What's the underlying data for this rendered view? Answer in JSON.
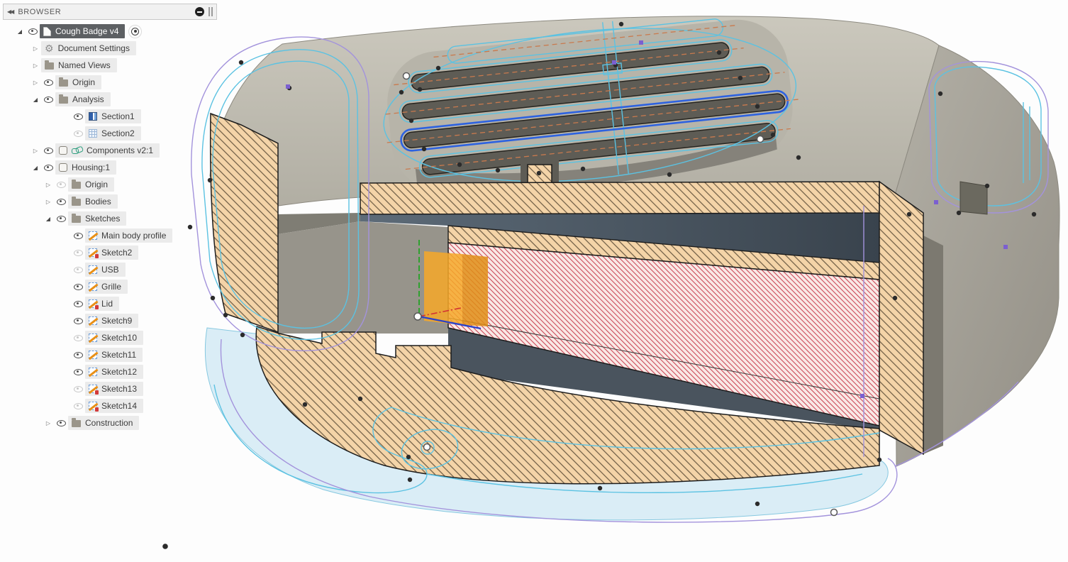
{
  "icons": {
    "expander_collapsed": "▷",
    "expander_expanded": "◢",
    "header_collapse": "◀◀",
    "gear": "⚙"
  },
  "browser": {
    "panel_title": "BROWSER",
    "items": [
      {
        "label": "Cough Badge v4",
        "level": 0,
        "expander": "expanded",
        "visibility": "visible",
        "icon": "design",
        "selected": true,
        "activate_radio": true
      },
      {
        "label": "Document Settings",
        "level": 1,
        "expander": "collapsed",
        "visibility": "none",
        "icon": "gear"
      },
      {
        "label": "Named Views",
        "level": 1,
        "expander": "collapsed",
        "visibility": "none",
        "icon": "folder"
      },
      {
        "label": "Origin",
        "level": 1,
        "expander": "collapsed",
        "visibility": "visible",
        "icon": "folder"
      },
      {
        "label": "Analysis",
        "level": 1,
        "expander": "expanded",
        "visibility": "visible",
        "icon": "folder"
      },
      {
        "label": "Section1",
        "level": 2,
        "expander": "none",
        "visibility": "visible",
        "icon": "section-plane"
      },
      {
        "label": "Section2",
        "level": 2,
        "expander": "none",
        "visibility": "hidden",
        "icon": "section-grid"
      },
      {
        "label": "Components v2:1",
        "level": 1,
        "expander": "collapsed",
        "visibility": "visible",
        "icon": "component-linked"
      },
      {
        "label": "Housing:1",
        "level": 1,
        "expander": "expanded",
        "visibility": "visible",
        "icon": "component"
      },
      {
        "label": "Origin",
        "level": 2,
        "expander": "collapsed",
        "visibility": "hidden",
        "icon": "folder"
      },
      {
        "label": "Bodies",
        "level": 2,
        "expander": "collapsed",
        "visibility": "visible",
        "icon": "folder"
      },
      {
        "label": "Sketches",
        "level": 2,
        "expander": "expanded",
        "visibility": "visible",
        "icon": "folder"
      },
      {
        "label": "Main body profile",
        "level": 3,
        "expander": "none",
        "visibility": "visible",
        "icon": "sketch"
      },
      {
        "label": "Sketch2",
        "level": 3,
        "expander": "none",
        "visibility": "hidden",
        "icon": "sketch-locked"
      },
      {
        "label": "USB",
        "level": 3,
        "expander": "none",
        "visibility": "hidden",
        "icon": "sketch"
      },
      {
        "label": "Grille",
        "level": 3,
        "expander": "none",
        "visibility": "visible",
        "icon": "sketch"
      },
      {
        "label": "Lid",
        "level": 3,
        "expander": "none",
        "visibility": "visible",
        "icon": "sketch-locked"
      },
      {
        "label": "Sketch9",
        "level": 3,
        "expander": "none",
        "visibility": "visible",
        "icon": "sketch"
      },
      {
        "label": "Sketch10",
        "level": 3,
        "expander": "none",
        "visibility": "hidden",
        "icon": "sketch"
      },
      {
        "label": "Sketch11",
        "level": 3,
        "expander": "none",
        "visibility": "visible",
        "icon": "sketch"
      },
      {
        "label": "Sketch12",
        "level": 3,
        "expander": "none",
        "visibility": "visible",
        "icon": "sketch"
      },
      {
        "label": "Sketch13",
        "level": 3,
        "expander": "none",
        "visibility": "hidden",
        "icon": "sketch-locked"
      },
      {
        "label": "Sketch14",
        "level": 3,
        "expander": "none",
        "visibility": "hidden",
        "icon": "sketch-locked"
      },
      {
        "label": "Construction",
        "level": 2,
        "expander": "collapsed",
        "visibility": "visible",
        "icon": "folder"
      }
    ]
  },
  "viewport": {
    "colors": {
      "body_gray": "#b8b5aa",
      "section_hatch_fill": "#f4d4a8",
      "section_hatch_line": "#6b5a42",
      "board_hatch_fill": "#f9e9e6",
      "board_hatch_line": "#c3293b",
      "interior_slate": "#4d5a66",
      "sketch_cyan": "#5bc2e2",
      "sketch_purple": "#a393dc",
      "highlight_blue": "#2d62e0",
      "selection_orange": "#f6a828",
      "axis_red": "#d23333",
      "axis_green": "#2fa12f",
      "axis_blue": "#2b43c8"
    }
  }
}
